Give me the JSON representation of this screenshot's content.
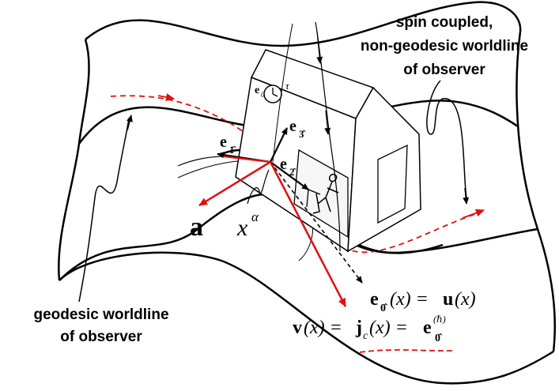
{
  "diagram": {
    "labels": {
      "spin_line1": "spin coupled,",
      "spin_line2": "non-geodesic worldline",
      "spin_line3": "of observer",
      "geo_line1": "geodesic worldline",
      "geo_line2": "of observer",
      "accel": "a",
      "coord": "x",
      "coord_sup": "α",
      "e_letter": "e",
      "clock_tau": "τ",
      "e1_sub": "1̂",
      "e2_sub": "2̂",
      "e3_sub": "3̂",
      "e0_sub": "0",
      "eq1_lhs_sub": "0̂",
      "eq1_rest": "(x) = ",
      "eq1_rhs": "u",
      "eq1_tail": "(x)",
      "eq2_v": "v",
      "eq2_a": "(x) = ",
      "eq2_j": "j",
      "eq2_jsub": "c",
      "eq2_b": "(x) = ",
      "eq2_e": "e",
      "eq2_sup": "(ℏ)",
      "eq2_sub": "0̂"
    },
    "colors": {
      "ink": "#000000",
      "red": "#e01010",
      "background": "#ffffff"
    }
  }
}
